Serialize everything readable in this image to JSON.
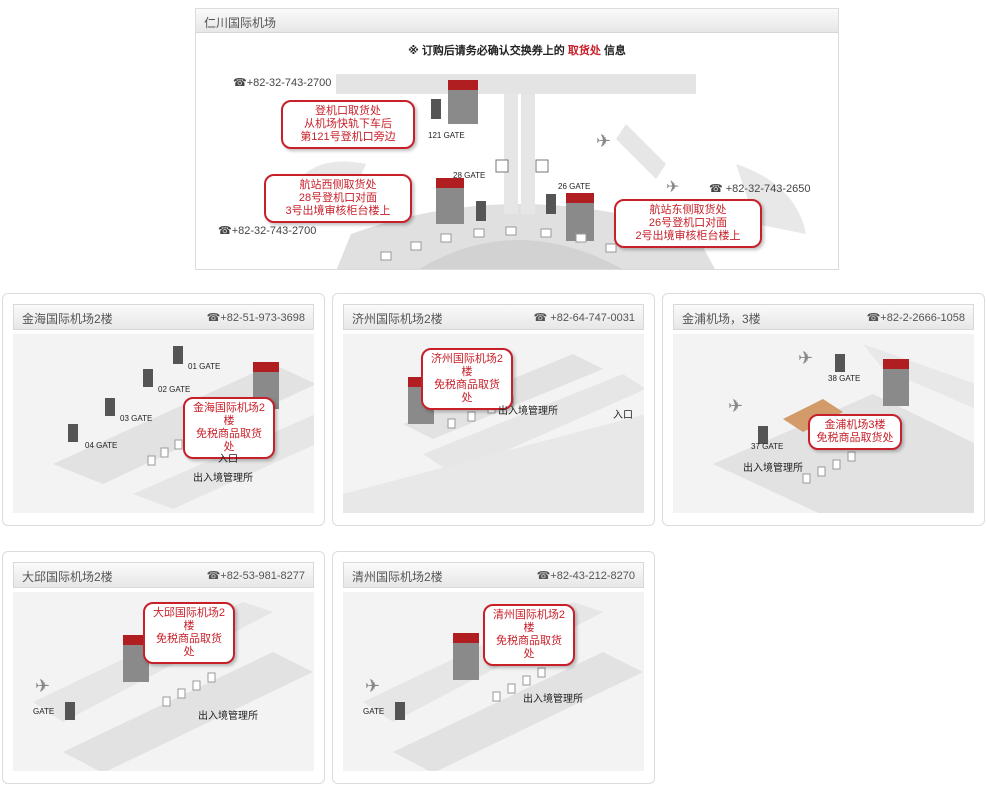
{
  "incheon": {
    "title": "仁川国际机场",
    "notice_prefix": "※ 订购后请务必确认交换券上的",
    "notice_highlight": "取货处",
    "notice_suffix": "信息",
    "tel_1": "☎+82-32-743-2700",
    "tel_2": "☎+82-32-743-2700",
    "tel_3": "☎ +82-32-743-2650",
    "bubble_gate121": [
      "登机口取货处",
      "从机场快轨下车后",
      "第121号登机口旁边"
    ],
    "bubble_west": [
      "航站西侧取货处",
      "28号登机口对面",
      "3号出境审核柜台楼上"
    ],
    "bubble_east": [
      "航站东侧取货处",
      "26号登机口对面",
      "2号出境审核柜台楼上"
    ],
    "gate_121": "121 GATE",
    "gate_28": "28 GATE",
    "gate_26": "26 GATE"
  },
  "gimhae": {
    "title": "金海国际机场2楼",
    "tel": "☎+82-51-973-3698",
    "bubble": [
      "金海国际机场2楼",
      "免税商品取货处"
    ],
    "gates": [
      "01 GATE",
      "02 GATE",
      "03 GATE",
      "04 GATE"
    ],
    "entrance": "入口",
    "immigration": "出入境管理所"
  },
  "jeju": {
    "title": "济州国际机场2楼",
    "tel": "☎ +82-64-747-0031",
    "bubble": [
      "济州国际机场2楼",
      "免税商品取货处"
    ],
    "entrance": "入口",
    "immigration": "出入境管理所"
  },
  "gimpo": {
    "title": "金浦机场，3楼",
    "tel": "☎+82-2-2666-1058",
    "bubble": [
      "金浦机场3楼",
      "免税商品取货处"
    ],
    "gate_38": "38 GATE",
    "gate_37": "37 GATE",
    "immigration": "出入境管理所"
  },
  "daegu": {
    "title": "大邱国际机场2楼",
    "tel": "☎+82-53-981-8277",
    "bubble": [
      "大邱国际机场2楼",
      "免税商品取货处"
    ],
    "gate": "GATE",
    "immigration": "出入境管理所"
  },
  "cheongju": {
    "title": "清州国际机场2楼",
    "tel": "☎+82-43-212-8270",
    "bubble": [
      "清州国际机场2楼",
      "免税商品取货处"
    ],
    "gate": "GATE",
    "immigration": "出入境管理所"
  },
  "colors": {
    "accent": "#c8202a",
    "building_red": "#b01e22",
    "map_floor": "#e2e2e2"
  }
}
